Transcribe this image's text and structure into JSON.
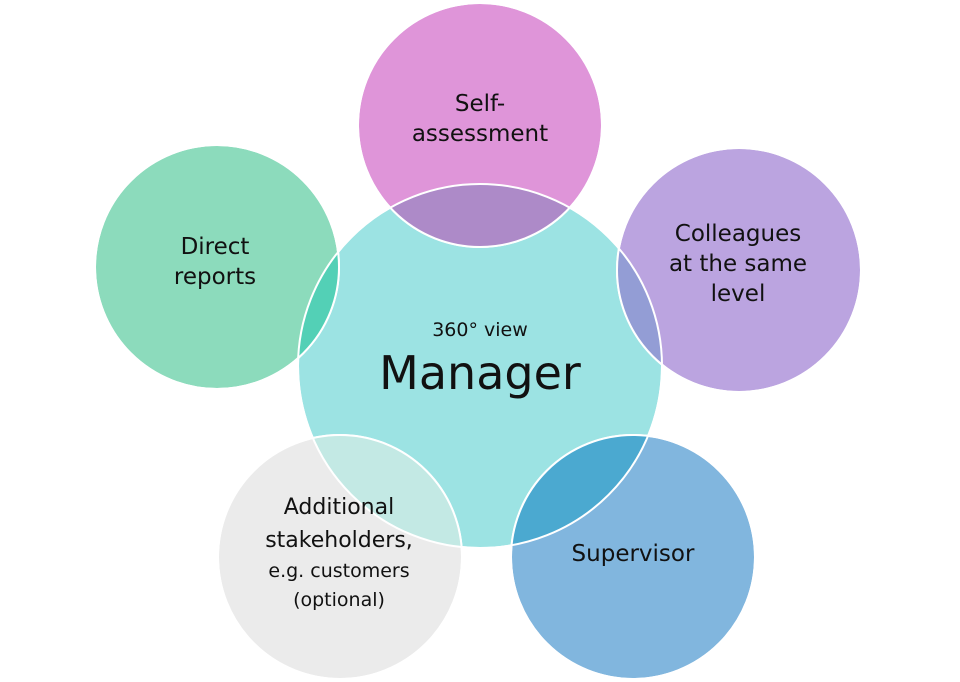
{
  "center": {
    "subtitle": "360° view",
    "title": "Manager",
    "color": "#9CE3E3"
  },
  "satellites": {
    "self": {
      "label_line1": "Self-",
      "label_line2": "assessment",
      "color": "#DF95D9"
    },
    "direct": {
      "label_line1": "Direct",
      "label_line2": "reports",
      "color": "#8CDBBC"
    },
    "colleagues": {
      "label_line1": "Colleagues",
      "label_line2": "at the same",
      "label_line3": "level",
      "color": "#BBA4E0"
    },
    "supervisor": {
      "label": "Supervisor",
      "color": "#81B6DE"
    },
    "additional": {
      "label_line1": "Additional",
      "label_line2": "stakeholders,",
      "label_line3": "e.g. customers",
      "label_line4": "(optional)",
      "color": "#EBEBEB"
    }
  },
  "overlap_colors": {
    "self_center": "#AD8AC8",
    "direct_center": "#53D0B6",
    "colleagues_center": "#939DD5",
    "supervisor_center": "#4BA9D0",
    "additional_center": "#C3E9E4"
  }
}
